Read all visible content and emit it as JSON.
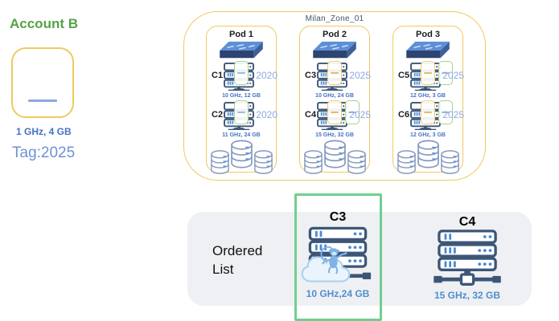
{
  "colors": {
    "accountGreen": "#54A346",
    "gold": "#F0C95F",
    "specBlue": "#4472C4",
    "tagBlue": "#6E91D6",
    "yearBlue": "#8EA9DB",
    "navy": "#3C5678",
    "iconBlue": "#4A89D4",
    "dbStroke": "#8598BF",
    "panelGray": "#EFF0F3",
    "highlightGreen": "#70CF8F",
    "cardSpecBlue": "#4E8FD0",
    "vmGreen": "#A9D18E",
    "vmYellow": "#F0CD71",
    "zoneLabelColor": "#44546A"
  },
  "account": {
    "title": "Account B",
    "spec": "1 GHz, 4 GB",
    "tag": "Tag:2025"
  },
  "zone": {
    "label": "Milan_Zone_01",
    "pods": [
      {
        "name": "Pod 1",
        "servers": [
          {
            "label": "C1",
            "year": "2020",
            "spec": "10 GHz, 12 GB",
            "overlays": [
              "green"
            ]
          },
          {
            "label": "C2",
            "year": "2020",
            "spec": "11 GHz, 24 GB",
            "overlays": [
              "green"
            ]
          }
        ]
      },
      {
        "name": "Pod 2",
        "servers": [
          {
            "label": "C3",
            "year": "2025",
            "spec": "10 GHz, 24 GB",
            "overlays": [
              "yellow"
            ]
          },
          {
            "label": "C4",
            "year": "2025",
            "spec": "15 GHz, 32 GB",
            "overlays": [
              "yellow",
              "green"
            ]
          }
        ]
      },
      {
        "name": "Pod 3",
        "servers": [
          {
            "label": "C5",
            "year": "2025",
            "spec": "12 GHz, 3 GB",
            "overlays": [
              "yellow",
              "green"
            ]
          },
          {
            "label": "C6",
            "year": "2025",
            "spec": "12 GHz, 3 GB",
            "overlays": [
              "yellow",
              "green"
            ]
          }
        ]
      }
    ]
  },
  "ordered_list": {
    "label": "Ordered List",
    "items": [
      {
        "label": "C3",
        "spec": "10 GHz,24 GB",
        "highlighted": true
      },
      {
        "label": "C4",
        "spec": "15 GHz, 32 GB",
        "highlighted": false
      }
    ]
  }
}
